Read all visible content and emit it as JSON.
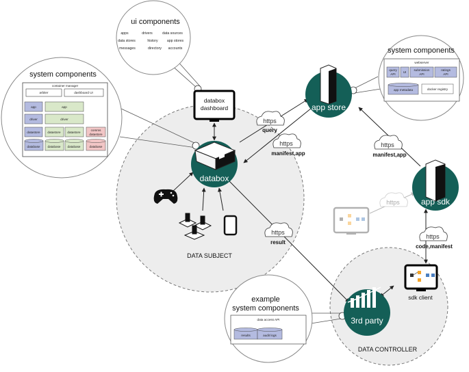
{
  "areas": {
    "data_subject": "DATA SUBJECT",
    "data_controller": "DATA CONTROLLER"
  },
  "nodes": {
    "databox": "databox",
    "app_store": "app store",
    "app_sdk": "app sdk",
    "third_party": "3rd party",
    "dashboard": [
      "databox",
      "dashboard"
    ],
    "sdk_client": "sdk client"
  },
  "ui_components": {
    "title": "ui components",
    "items": [
      "apps",
      "drivers",
      "data sources",
      "data stores",
      "history",
      "app stores",
      "messages",
      "directory",
      "accounts"
    ]
  },
  "system_components_left": {
    "title": "system components",
    "container_manager": "container manager",
    "arbiter": "arbiter",
    "dashboard_ui": "dashboard UI",
    "app1": "app",
    "app2": "app",
    "driver1": "driver",
    "driver2": "driver",
    "datastores": [
      "datastore",
      "datastore",
      "datastore"
    ],
    "comms_datastore": [
      "comms",
      "datastore"
    ],
    "databases": [
      "database",
      "database",
      "database",
      "database"
    ]
  },
  "system_components_right": {
    "title": "system components",
    "webserver": "webserver",
    "query_api": [
      "query",
      "API"
    ],
    "ui": "UI",
    "submission_api": [
      "submission",
      "API"
    ],
    "ratings_api": [
      "ratings",
      "API"
    ],
    "app_metadata": "app metadata",
    "docker_registry": "docker registry"
  },
  "example_components": {
    "title": [
      "example",
      "system components"
    ],
    "data_access_api": "data access API",
    "results": "results",
    "audit_logs": "audit logs"
  },
  "clouds": {
    "query": {
      "https": "https",
      "label": "query"
    },
    "manifest_app_1": {
      "https": "https",
      "label": "manifest,app"
    },
    "manifest_app_2": {
      "https": "https",
      "label": "manifest,app"
    },
    "result": {
      "https": "https",
      "label": "result"
    },
    "code_manifest": {
      "https": "https",
      "label": "code,manifest"
    },
    "gray": {
      "https": "https"
    }
  },
  "colors": {
    "teal": "#145f57",
    "area_fill": "#ededed",
    "blue_box": "#b4bbe0",
    "green_box": "#d9e8c9",
    "red_box": "#f2c6c6"
  }
}
